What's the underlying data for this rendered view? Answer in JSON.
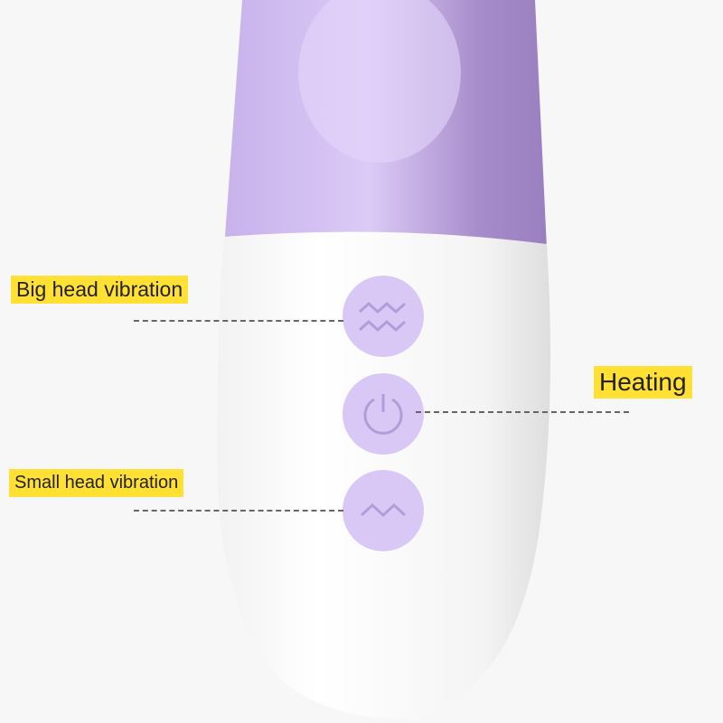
{
  "labels": {
    "big_head": "Big head vibration",
    "heating": "Heating",
    "small_head": "Small head vibration"
  },
  "icons": [
    "double-wave-icon",
    "power-icon",
    "wave-icon"
  ],
  "colors": {
    "accent": "#ffe033",
    "purple": "#c9b5ea",
    "button": "#d9c8f5"
  }
}
